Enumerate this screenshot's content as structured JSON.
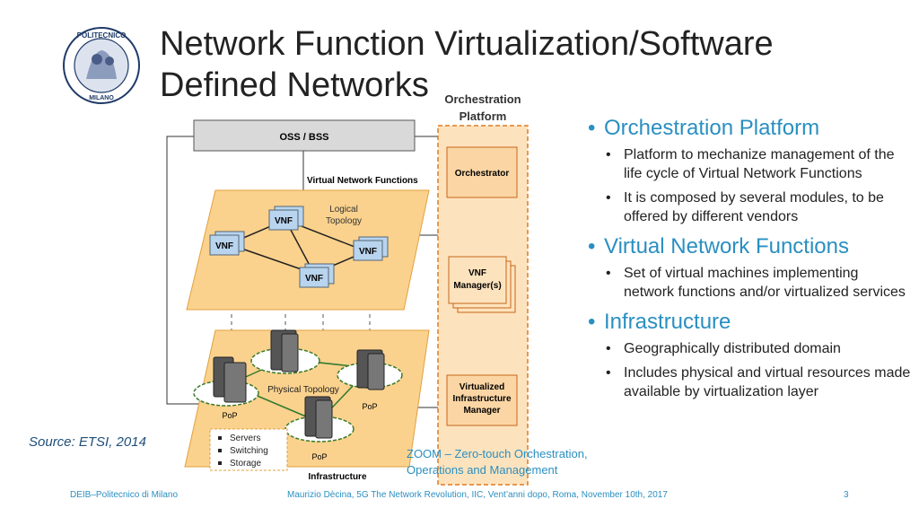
{
  "slide": {
    "title": "Network Function Virtualization/Software Defined Networks",
    "logo_text": {
      "top": "POLITECNICO",
      "bottom": "MILANO"
    },
    "source": "Source: ETSI, 2014",
    "zoom_note": [
      "ZOOM – Zero-touch Orchestration,",
      "Operations and Management"
    ],
    "footer": {
      "left": "DEIB–Politecnico di Milano",
      "center": "Maurizio Dècina, 5G The Network Revolution, IIC, Vent’anni dopo, Roma, November 10th, 2017",
      "page": "3"
    }
  },
  "diagram": {
    "oss_bss": "OSS / BSS",
    "orchestration_title": [
      "Orchestration",
      "Platform"
    ],
    "orchestrator": "Orchestrator",
    "vnf_manager": [
      "VNF",
      "Manager(s)"
    ],
    "vim": [
      "Virtualized",
      "Infrastructure",
      "Manager"
    ],
    "vnf_layer_label": "Virtual Network Functions",
    "logical_topology": [
      "Logical",
      "Topology"
    ],
    "vnf_label": "VNF",
    "physical_topology": "Physical Topology",
    "pop_label": "PoP",
    "infrastructure_label": "Infrastructure",
    "legend_items": [
      "Servers",
      "Switching",
      "Storage"
    ]
  },
  "bullets": [
    {
      "heading": "Orchestration Platform",
      "items": [
        "Platform to mechanize management of the life cycle of Virtual Network Functions",
        "It is composed by several modules, to be offered by different vendors"
      ]
    },
    {
      "heading": "Virtual Network Functions",
      "items": [
        "Set of virtual machines implementing network functions and/or virtualized services"
      ]
    },
    {
      "heading": "Infrastructure",
      "items": [
        "Geographically distributed domain",
        "Includes physical and virtual resources made available by virtualization layer"
      ]
    }
  ],
  "colors": {
    "accent": "#2a8fc1",
    "orange_fill": "#fbd28d",
    "orange_border": "#e07b21",
    "vnf_fill": "#b8d4ee",
    "gray_box": "#d9d9d9"
  }
}
